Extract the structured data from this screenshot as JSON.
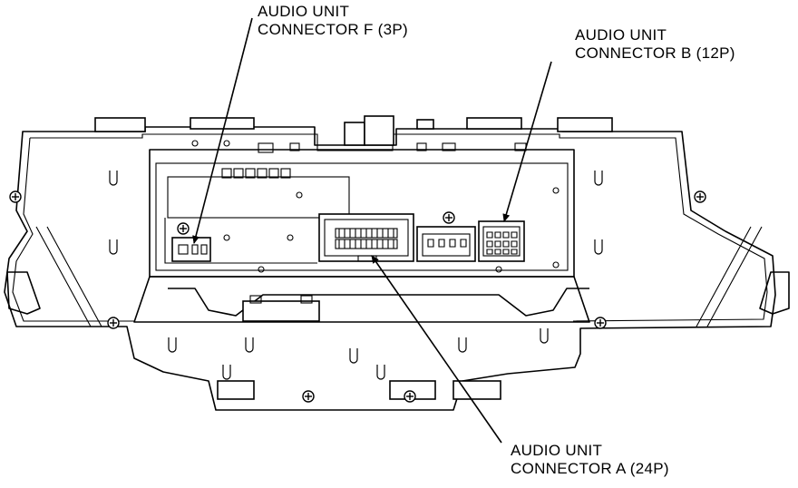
{
  "labels": {
    "connector_f": {
      "line1": "AUDIO UNIT",
      "line2": "CONNECTOR F (3P)"
    },
    "connector_b": {
      "line1": "AUDIO UNIT",
      "line2": "CONNECTOR B (12P)"
    },
    "connector_a": {
      "line1": "AUDIO UNIT",
      "line2": "CONNECTOR A (24P)"
    }
  },
  "colors": {
    "stroke": "#000000",
    "background": "#ffffff"
  }
}
